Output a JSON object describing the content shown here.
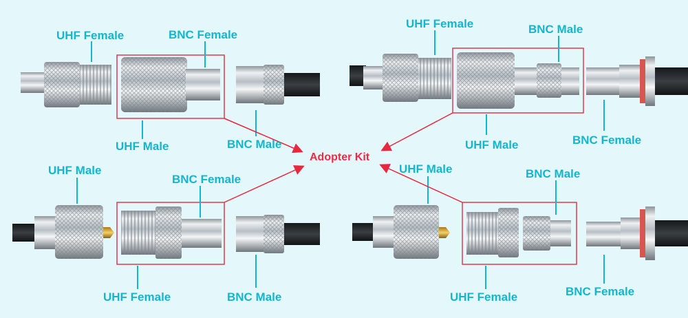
{
  "title": "Adopter Kit",
  "colors": {
    "background": "#e4f8fb",
    "label": "#13b6cf",
    "highlight_box": "#e23b4c",
    "arrow": "#e8283f",
    "metal": "#c9cfd4",
    "cable": "#25292c"
  },
  "panels": {
    "top_left": {
      "uhf_female": "UHF Female",
      "bnc_female": "BNC Female",
      "uhf_male": "UHF Male",
      "bnc_male": "BNC Male"
    },
    "top_right": {
      "uhf_female": "UHF Female",
      "bnc_male": "BNC Male",
      "uhf_male": "UHF Male",
      "bnc_female": "BNC Female"
    },
    "bottom_left": {
      "uhf_male": "UHF Male",
      "bnc_female": "BNC Female",
      "uhf_female": "UHF Female",
      "bnc_male": "BNC Male"
    },
    "bottom_right": {
      "uhf_male": "UHF Male",
      "bnc_male": "BNC Male",
      "uhf_female": "UHF Female",
      "bnc_female": "BNC Female"
    }
  }
}
